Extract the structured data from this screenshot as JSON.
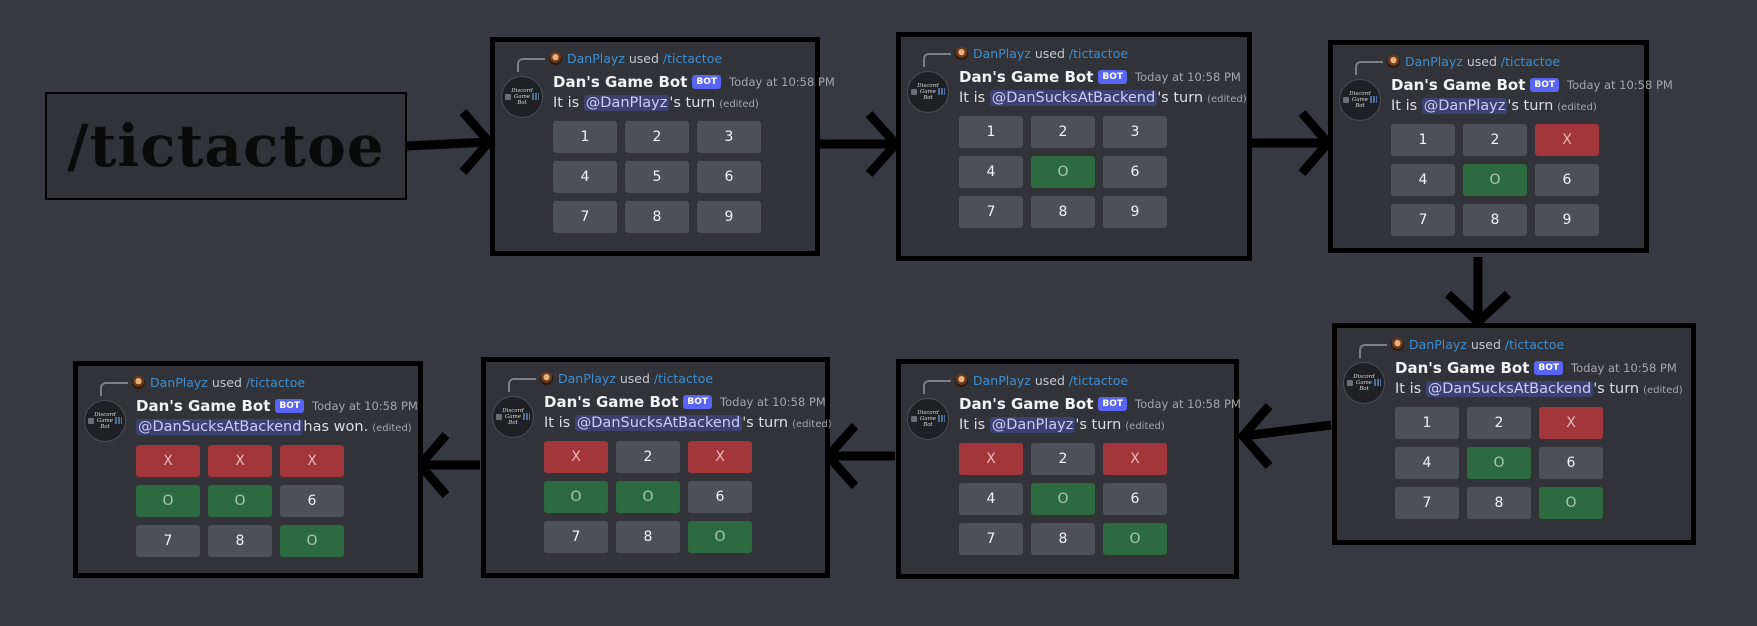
{
  "command": "/tictactoe",
  "reply": {
    "user": "DanPlayz",
    "used": "used",
    "command": "/tictactoe"
  },
  "bot": {
    "name": "Dan's Game Bot",
    "badge": "BOT",
    "timestamp": "Today at 10:58 PM",
    "avatar_text": "Discord Game Bot"
  },
  "colors": {
    "background": "#36393f",
    "card": "#313338",
    "x_button": "#a3363b",
    "o_button": "#2d6a3f",
    "number_button": "#4e5058",
    "mention": "#5865f2",
    "link": "#3e8ed0"
  },
  "icons": {
    "arrow": "arrow-right-icon",
    "user": "user-avatar-icon",
    "bot": "bot-avatar-icon"
  },
  "states": [
    {
      "mention": "@DanPlayz",
      "suffix": "'s turn",
      "edited": "(edited)",
      "board": [
        "1",
        "2",
        "3",
        "4",
        "5",
        "6",
        "7",
        "8",
        "9"
      ]
    },
    {
      "mention": "@DanSucksAtBackend",
      "suffix": "'s turn",
      "edited": "(edited)",
      "board": [
        "1",
        "2",
        "3",
        "4",
        "O",
        "6",
        "7",
        "8",
        "9"
      ]
    },
    {
      "mention": "@DanPlayz",
      "suffix": "'s turn",
      "edited": "(edited)",
      "board": [
        "1",
        "2",
        "X",
        "4",
        "O",
        "6",
        "7",
        "8",
        "9"
      ]
    },
    {
      "mention": "@DanSucksAtBackend",
      "suffix": "'s turn",
      "edited": "(edited)",
      "board": [
        "1",
        "2",
        "X",
        "4",
        "O",
        "6",
        "7",
        "8",
        "O"
      ]
    },
    {
      "mention": "@DanPlayz",
      "suffix": "'s turn",
      "edited": "(edited)",
      "board": [
        "X",
        "2",
        "X",
        "4",
        "O",
        "6",
        "7",
        "8",
        "O"
      ]
    },
    {
      "mention": "@DanSucksAtBackend",
      "suffix": "'s turn",
      "edited": "(edited)",
      "board": [
        "X",
        "2",
        "X",
        "O",
        "O",
        "6",
        "7",
        "8",
        "O"
      ]
    },
    {
      "mention": "@DanSucksAtBackend",
      "suffix": " has won.",
      "edited": "(edited)",
      "board": [
        "X",
        "X",
        "X",
        "O",
        "O",
        "6",
        "7",
        "8",
        "O"
      ]
    }
  ]
}
